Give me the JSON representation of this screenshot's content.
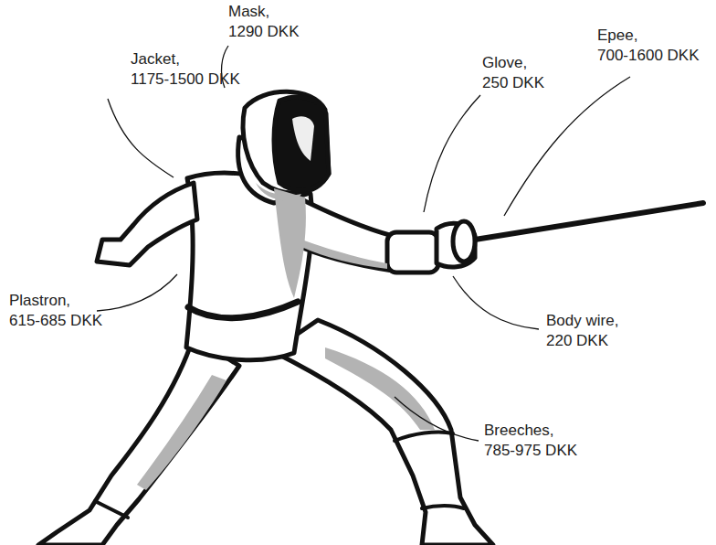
{
  "diagram": {
    "labels": [
      "Mask, 1290 DKK",
      "Jacket, 1175-1500 DKK",
      "Glove, 250 DKK",
      "Epee, 700-1600 DKK",
      "Plastron, 615-685 DKK",
      "Body wire, 220 DKK",
      "Breeches, 785-975 DKK"
    ]
  }
}
